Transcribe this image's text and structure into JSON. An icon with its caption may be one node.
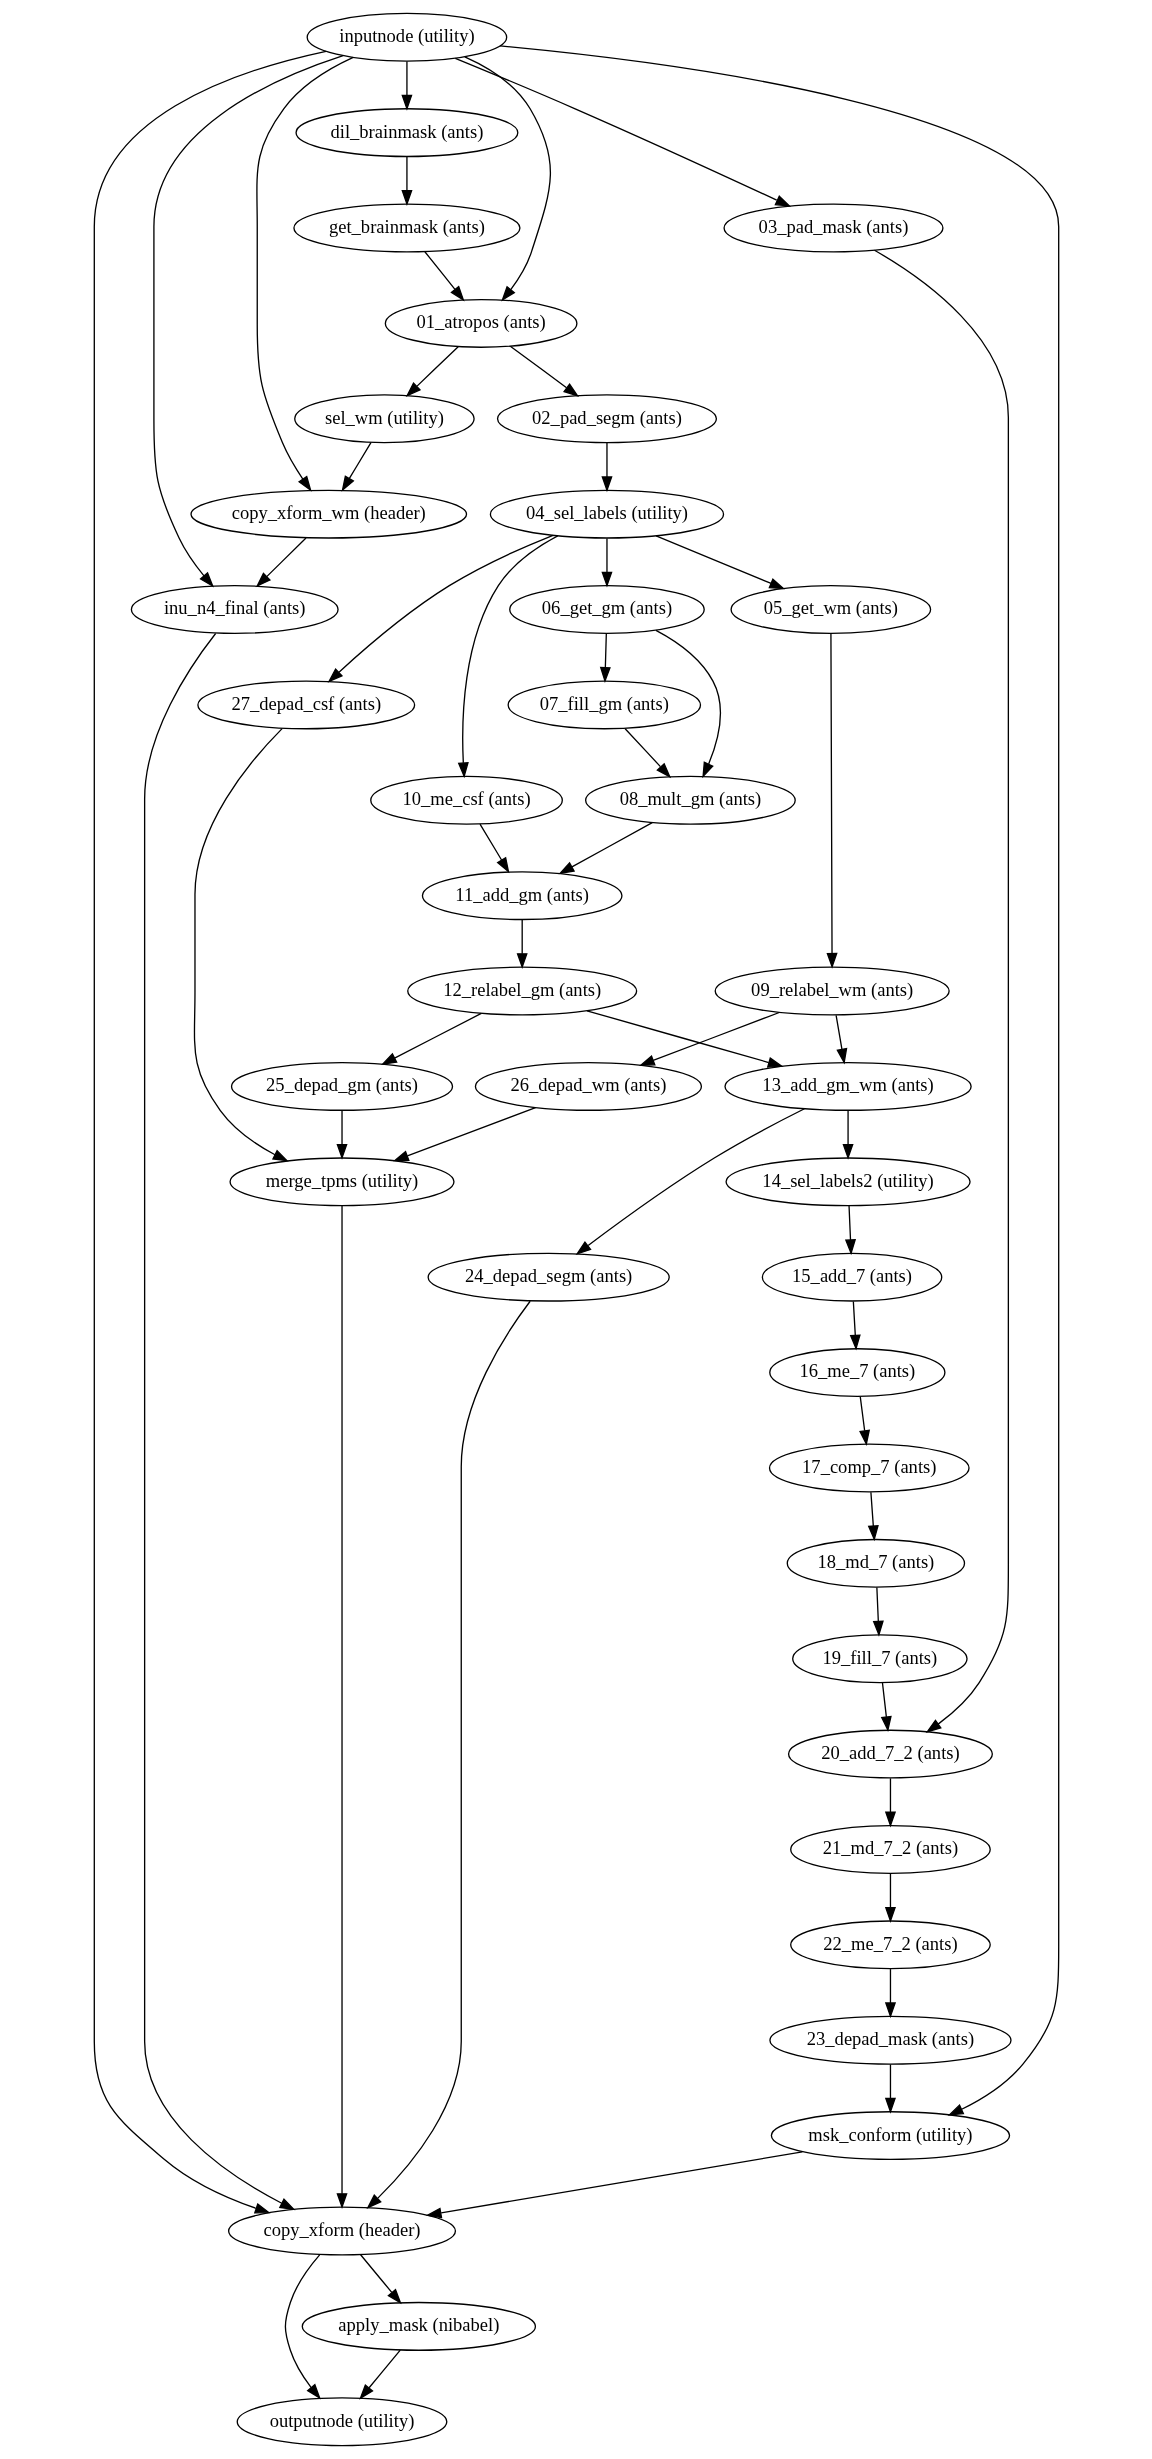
{
  "diagram": {
    "nodes": [
      {
        "text": [
          "inputnode (utility)"
        ]
      },
      {
        "text": [
          "dil_brainmask (ants)"
        ]
      },
      {
        "text": [
          "get_brainmask (ants)"
        ]
      },
      {
        "text": [
          "03_pad_mask (ants)"
        ]
      },
      {
        "text": [
          "01_atropos (ants)"
        ]
      },
      {
        "text": [
          "sel_wm (utility)"
        ]
      },
      {
        "text": [
          "02_pad_segm (ants)"
        ]
      },
      {
        "text": [
          "copy_xform_wm (header)"
        ]
      },
      {
        "text": [
          "04_sel_labels (utility)"
        ]
      },
      {
        "text": [
          "inu_n4_final (ants)"
        ]
      },
      {
        "text": [
          "05_get_wm (ants)"
        ]
      },
      {
        "text": [
          "06_get_gm (ants)"
        ]
      },
      {
        "text": [
          "27_depad_csf (ants)"
        ]
      },
      {
        "text": [
          "07_fill_gm (ants)"
        ]
      },
      {
        "text": [
          "10_me_csf (ants)"
        ]
      },
      {
        "text": [
          "08_mult_gm (ants)"
        ]
      },
      {
        "text": [
          "11_add_gm (ants)"
        ]
      },
      {
        "text": [
          "09_relabel_wm (ants)"
        ]
      },
      {
        "text": [
          "12_relabel_gm (ants)"
        ]
      },
      {
        "text": [
          "26_depad_wm (ants)"
        ]
      },
      {
        "text": [
          "25_depad_gm (ants)"
        ]
      },
      {
        "text": [
          "13_add_gm_wm (ants)"
        ]
      },
      {
        "text": [
          "merge_tpms (utility)"
        ]
      },
      {
        "text": [
          "14_sel_labels2 (utility)"
        ]
      },
      {
        "text": [
          "24_depad_segm (ants)"
        ]
      },
      {
        "text": [
          "15_add_7 (ants)"
        ]
      },
      {
        "text": [
          "16_me_7 (ants)"
        ]
      },
      {
        "text": [
          "17_comp_7 (ants)"
        ]
      },
      {
        "text": [
          "18_md_7 (ants)"
        ]
      },
      {
        "text": [
          "19_fill_7 (ants)"
        ]
      },
      {
        "text": [
          "20_add_7_2 (ants)"
        ]
      },
      {
        "text": [
          "21_md_7_2 (ants)"
        ]
      },
      {
        "text": [
          "22_me_7_2 (ants)"
        ]
      },
      {
        "text": [
          "23_depad_mask (ants)"
        ]
      },
      {
        "text": [
          "msk_conform (utility)"
        ]
      },
      {
        "text": [
          "copy_xform (header)"
        ]
      },
      {
        "text": [
          "apply_mask (nibabel)"
        ]
      },
      {
        "text": [
          "outputnode (utility)"
        ]
      }
    ],
    "edges": [
      {
        "from": 0,
        "to": 1,
        "arrow": "to"
      },
      {
        "from": 0,
        "to": 4,
        "arrow": "to"
      },
      {
        "from": 0,
        "to": 3,
        "arrow": "to"
      },
      {
        "from": 0,
        "to": 7,
        "arrow": "to"
      },
      {
        "from": 0,
        "to": 9,
        "arrow": "to"
      },
      {
        "from": 0,
        "to": 35,
        "arrow": "to"
      },
      {
        "from": 0,
        "to": 34,
        "arrow": "to"
      },
      {
        "from": 1,
        "to": 2,
        "arrow": "to"
      },
      {
        "from": 2,
        "to": 4,
        "arrow": "to"
      },
      {
        "from": 4,
        "to": 5,
        "arrow": "to"
      },
      {
        "from": 4,
        "to": 6,
        "arrow": "to"
      },
      {
        "from": 5,
        "to": 7,
        "arrow": "to"
      },
      {
        "from": 6,
        "to": 8,
        "arrow": "to"
      },
      {
        "from": 7,
        "to": 9,
        "arrow": "to"
      },
      {
        "from": 8,
        "to": 10,
        "arrow": "to"
      },
      {
        "from": 8,
        "to": 11,
        "arrow": "to"
      },
      {
        "from": 8,
        "to": 12,
        "arrow": "to"
      },
      {
        "from": 8,
        "to": 14,
        "arrow": "to"
      },
      {
        "from": 11,
        "to": 13,
        "arrow": "to"
      },
      {
        "from": 11,
        "to": 15,
        "arrow": "to"
      },
      {
        "from": 13,
        "to": 15,
        "arrow": "to"
      },
      {
        "from": 14,
        "to": 16,
        "arrow": "to"
      },
      {
        "from": 15,
        "to": 16,
        "arrow": "to"
      },
      {
        "from": 16,
        "to": 18,
        "arrow": "to"
      },
      {
        "from": 10,
        "to": 17,
        "arrow": "to"
      },
      {
        "from": 17,
        "to": 19,
        "arrow": "to"
      },
      {
        "from": 17,
        "to": 21,
        "arrow": "to"
      },
      {
        "from": 18,
        "to": 20,
        "arrow": "to"
      },
      {
        "from": 18,
        "to": 21,
        "arrow": "to"
      },
      {
        "from": 12,
        "to": 22,
        "arrow": "to"
      },
      {
        "from": 19,
        "to": 22,
        "arrow": "to"
      },
      {
        "from": 20,
        "to": 22,
        "arrow": "to"
      },
      {
        "from": 21,
        "to": 23,
        "arrow": "to"
      },
      {
        "from": 21,
        "to": 24,
        "arrow": "to"
      },
      {
        "from": 23,
        "to": 25,
        "arrow": "to"
      },
      {
        "from": 25,
        "to": 26,
        "arrow": "to"
      },
      {
        "from": 26,
        "to": 27,
        "arrow": "to"
      },
      {
        "from": 27,
        "to": 28,
        "arrow": "to"
      },
      {
        "from": 28,
        "to": 29,
        "arrow": "to"
      },
      {
        "from": 29,
        "to": 30,
        "arrow": "to"
      },
      {
        "from": 3,
        "to": 30,
        "arrow": "to"
      },
      {
        "from": 30,
        "to": 31,
        "arrow": "to"
      },
      {
        "from": 31,
        "to": 32,
        "arrow": "to"
      },
      {
        "from": 32,
        "to": 33,
        "arrow": "to"
      },
      {
        "from": 33,
        "to": 34,
        "arrow": "to"
      },
      {
        "from": 34,
        "to": 35,
        "arrow": "to"
      },
      {
        "from": 22,
        "to": 35,
        "arrow": "to"
      },
      {
        "from": 24,
        "to": 35,
        "arrow": "to"
      },
      {
        "from": 9,
        "to": 35,
        "arrow": "to"
      },
      {
        "from": 35,
        "to": 36,
        "arrow": "to"
      },
      {
        "from": 35,
        "to": 37,
        "arrow": "to"
      },
      {
        "from": 36,
        "to": 37,
        "arrow": "to"
      }
    ]
  }
}
